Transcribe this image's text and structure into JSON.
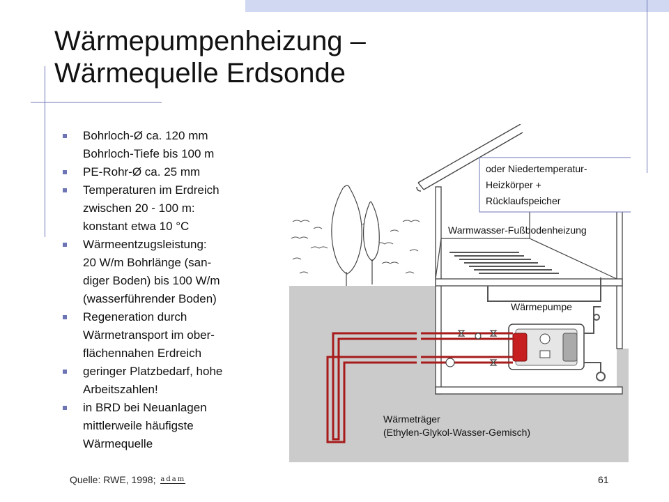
{
  "slide": {
    "title_line1": "Wärmepumpenheizung –",
    "title_line2": "Wärmequelle Erdsonde",
    "bullets": [
      "Bohrloch-Ø ca. 120 mm\nBohrloch-Tiefe bis 100 m",
      "PE-Rohr-Ø ca. 25 mm",
      "Temperaturen im Erdreich\nzwischen 20 - 100  m:\nkonstant etwa 10 °C",
      "Wärmeentzugsleistung:\n20 W/m Bohrlänge (san-\ndiger Boden) bis 100 W/m\n(wasserführender Boden)",
      "Regeneration durch\nWärmetransport im ober-\nflächennahen Erdreich",
      "geringer Platzbedarf, hohe\nArbeitszahlen!",
      "in BRD bei Neuanlagen\nmittlerweile häufigste\nWärmequelle"
    ],
    "footer_source": "Quelle: RWE, 1998;",
    "footer_logo": "adam",
    "page_number": "61"
  },
  "figure": {
    "callout_line1": "oder Niedertemperatur-",
    "callout_line2": "Heizkörper +",
    "callout_line3": "Rücklaufspeicher",
    "floor_heating_label": "Warmwasser-Fußbodenheizung",
    "heat_pump_label": "Wärmepumpe",
    "carrier_label_line1": "Wärmeträger",
    "carrier_label_line2": "(Ethylen-Glykol-Wasser-Gemisch)"
  },
  "colors": {
    "accent_blue": "#6d75b5",
    "deco_blue": "#d0d8f2",
    "ground": "#cbcbcb",
    "pipe_red": "#a71b1b"
  }
}
